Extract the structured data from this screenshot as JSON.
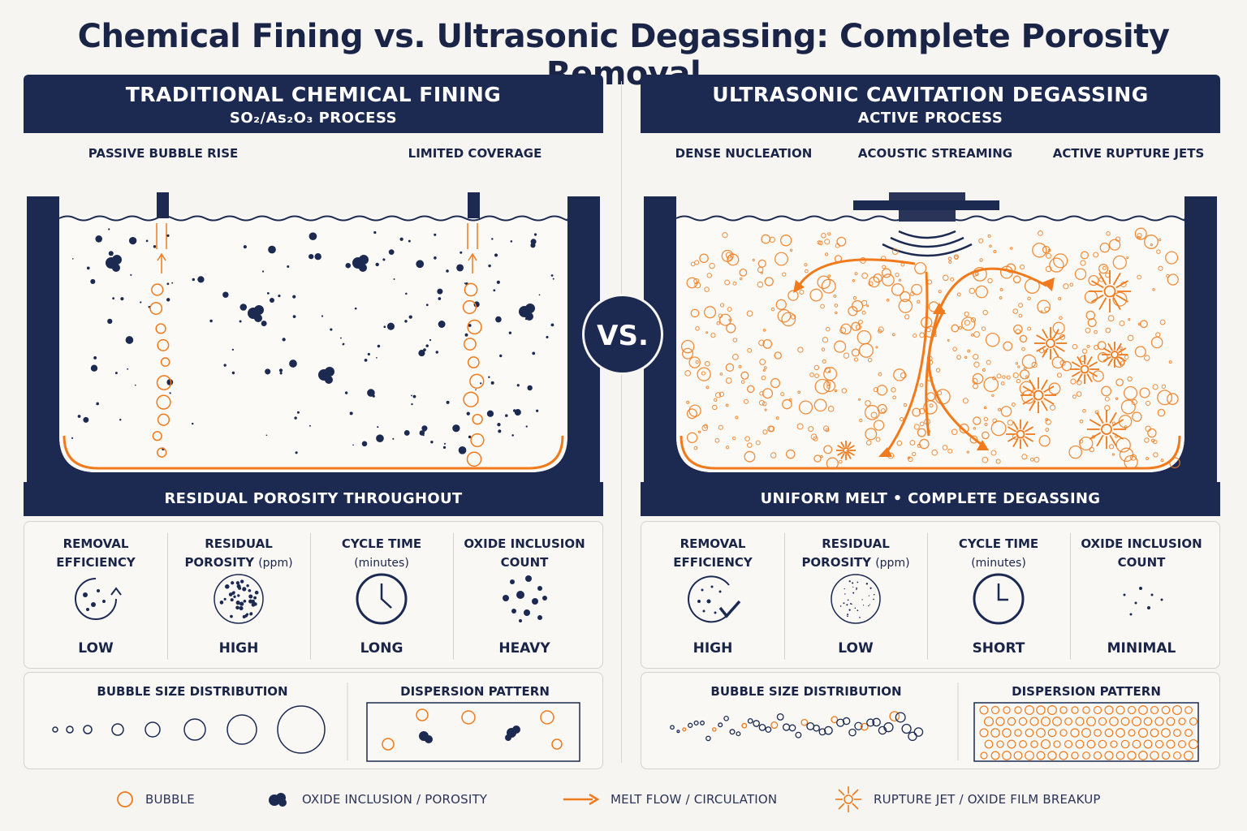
{
  "title": "Chemical Fining vs. Ultrasonic Degassing: Complete Porosity Removal",
  "colors": {
    "navy": "#1c2a52",
    "orange": "#f07a1c",
    "background": "#f7f5f1"
  },
  "vs_label": "VS.",
  "left": {
    "heading": "TRADITIONAL CHEMICAL FINING",
    "subheading": "SO₂/As₂O₃ PROCESS",
    "callouts": [
      "PASSIVE BUBBLE RISE",
      "LIMITED COVERAGE"
    ],
    "band": "RESIDUAL POROSITY THROUGHOUT",
    "metrics": [
      {
        "label1": "REMOVAL",
        "label2": "EFFICIENCY",
        "unit": "",
        "value": "LOW",
        "icon": "circular-arrow-icon"
      },
      {
        "label1": "RESIDUAL",
        "label2": "POROSITY",
        "unit": "(ppm)",
        "value": "HIGH",
        "icon": "dense-dots-icon"
      },
      {
        "label1": "CYCLE TIME",
        "label2": "",
        "unit": "(minutes)",
        "value": "LONG",
        "icon": "clock-icon"
      },
      {
        "label1": "OXIDE INCLUSION",
        "label2": "COUNT",
        "unit": "",
        "value": "HEAVY",
        "icon": "inclusion-cluster-icon"
      }
    ],
    "distribution_label": "BUBBLE SIZE DISTRIBUTION",
    "dispersion_label": "DISPERSION PATTERN"
  },
  "right": {
    "heading": "ULTRASONIC CAVITATION DEGASSING",
    "subheading": "ACTIVE PROCESS",
    "callouts": [
      "DENSE NUCLEATION",
      "ACOUSTIC STREAMING",
      "ACTIVE RUPTURE JETS"
    ],
    "band": "UNIFORM MELT  •  COMPLETE DEGASSING",
    "metrics": [
      {
        "label1": "REMOVAL",
        "label2": "EFFICIENCY",
        "unit": "",
        "value": "HIGH",
        "icon": "checkmark-dots-icon"
      },
      {
        "label1": "RESIDUAL",
        "label2": "POROSITY",
        "unit": "(ppm)",
        "value": "LOW",
        "icon": "sparse-dots-icon"
      },
      {
        "label1": "CYCLE TIME",
        "label2": "",
        "unit": "(minutes)",
        "value": "SHORT",
        "icon": "clock-icon"
      },
      {
        "label1": "OXIDE INCLUSION",
        "label2": "COUNT",
        "unit": "",
        "value": "MINIMAL",
        "icon": "few-dots-icon"
      }
    ],
    "distribution_label": "BUBBLE SIZE DISTRIBUTION",
    "dispersion_label": "DISPERSION PATTERN"
  },
  "legend": [
    {
      "icon": "bubble-icon",
      "label": "BUBBLE"
    },
    {
      "icon": "oxide-inclusion-icon",
      "label": "OXIDE INCLUSION / POROSITY"
    },
    {
      "icon": "flow-arrow-icon",
      "label": "MELT FLOW / CIRCULATION"
    },
    {
      "icon": "rupture-jet-icon",
      "label": "RUPTURE JET / OXIDE FILM BREAKUP"
    }
  ]
}
